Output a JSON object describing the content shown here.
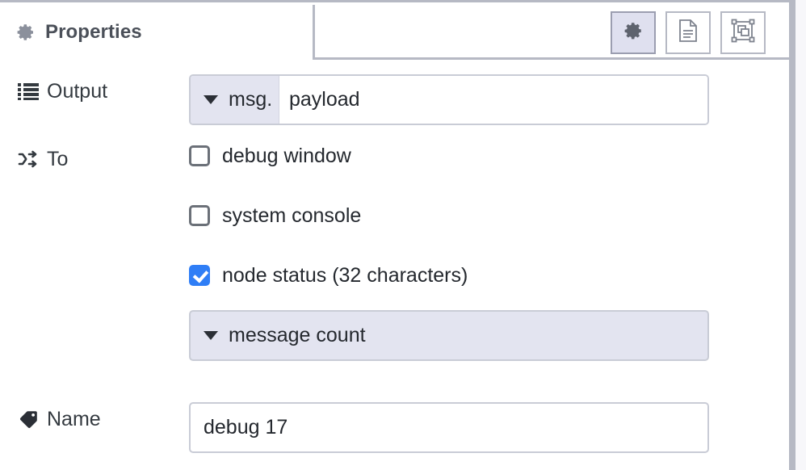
{
  "panel": {
    "tab": {
      "label": "Properties",
      "icon": "gear-icon"
    },
    "toolbar": {
      "buttons": [
        {
          "name": "properties-tab-button",
          "icon": "gear-icon",
          "active": true
        },
        {
          "name": "description-tab-button",
          "icon": "document-icon",
          "active": false
        },
        {
          "name": "appearance-tab-button",
          "icon": "appearance-icon",
          "active": false
        }
      ]
    }
  },
  "form": {
    "output": {
      "label": "Output",
      "icon": "list-icon",
      "type_prefix": "msg.",
      "value": "payload",
      "placeholder": "payload"
    },
    "to": {
      "label": "To",
      "icon": "shuffle-icon",
      "options": [
        {
          "label": "debug window",
          "checked": false
        },
        {
          "label": "system console",
          "checked": false
        },
        {
          "label": "node status (32 characters)",
          "checked": true
        }
      ],
      "status_select": {
        "value": "message count"
      }
    },
    "name": {
      "label": "Name",
      "icon": "tag-icon",
      "value": "debug 17",
      "placeholder": "Name"
    }
  },
  "colors": {
    "accent_checked": "#2f7ef6",
    "field_prefix_bg": "#e3e4f0",
    "border": "#c9ccd6",
    "tab_border": "#b6b9c4",
    "text": "#24282e"
  }
}
